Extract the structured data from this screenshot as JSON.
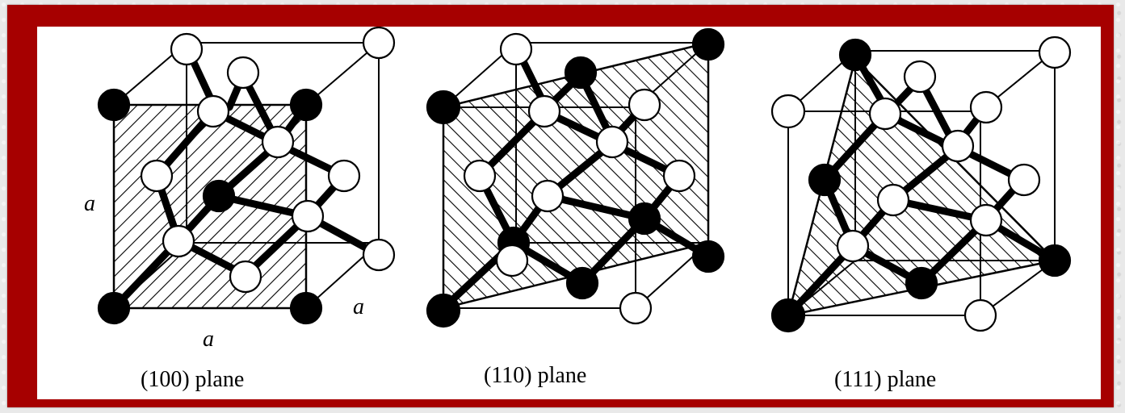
{
  "lattice_constant_label": "a",
  "planes": [
    {
      "id": "100",
      "caption": "(100) plane"
    },
    {
      "id": "110",
      "caption": "(110) plane"
    },
    {
      "id": "111",
      "caption": "(111) plane"
    }
  ],
  "colors": {
    "frame": "#a60000",
    "panel": "#ffffff",
    "atom_dark": "#000000",
    "atom_light": "#ffffff",
    "line": "#000000"
  }
}
